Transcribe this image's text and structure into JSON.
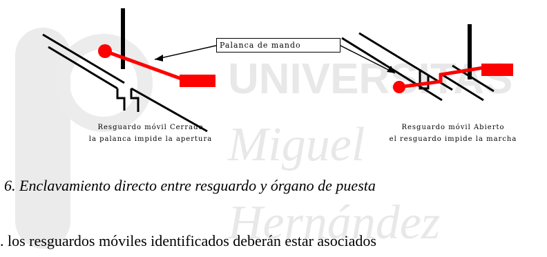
{
  "watermark": {
    "line1": "UNIVERSITAS",
    "line2": "Miguel",
    "line3": "Hernández",
    "color": "#e6e6e6"
  },
  "figure": {
    "callout_label": "Palanca de mando",
    "left_caption_line1": "Resguardo móvil Cerrado",
    "left_caption_line2": "la palanca impide la apertura",
    "right_caption_line1": "Resguardo móvil Abierto",
    "right_caption_line2": "el resguardo impide la marcha",
    "lever_color": "#ff0000",
    "guard_color": "#000000"
  },
  "caption": "6. Enclavamiento directo entre resguardo y órgano de puesta",
  "body_text": ". los resguardos móviles identificados deberán estar asociados"
}
